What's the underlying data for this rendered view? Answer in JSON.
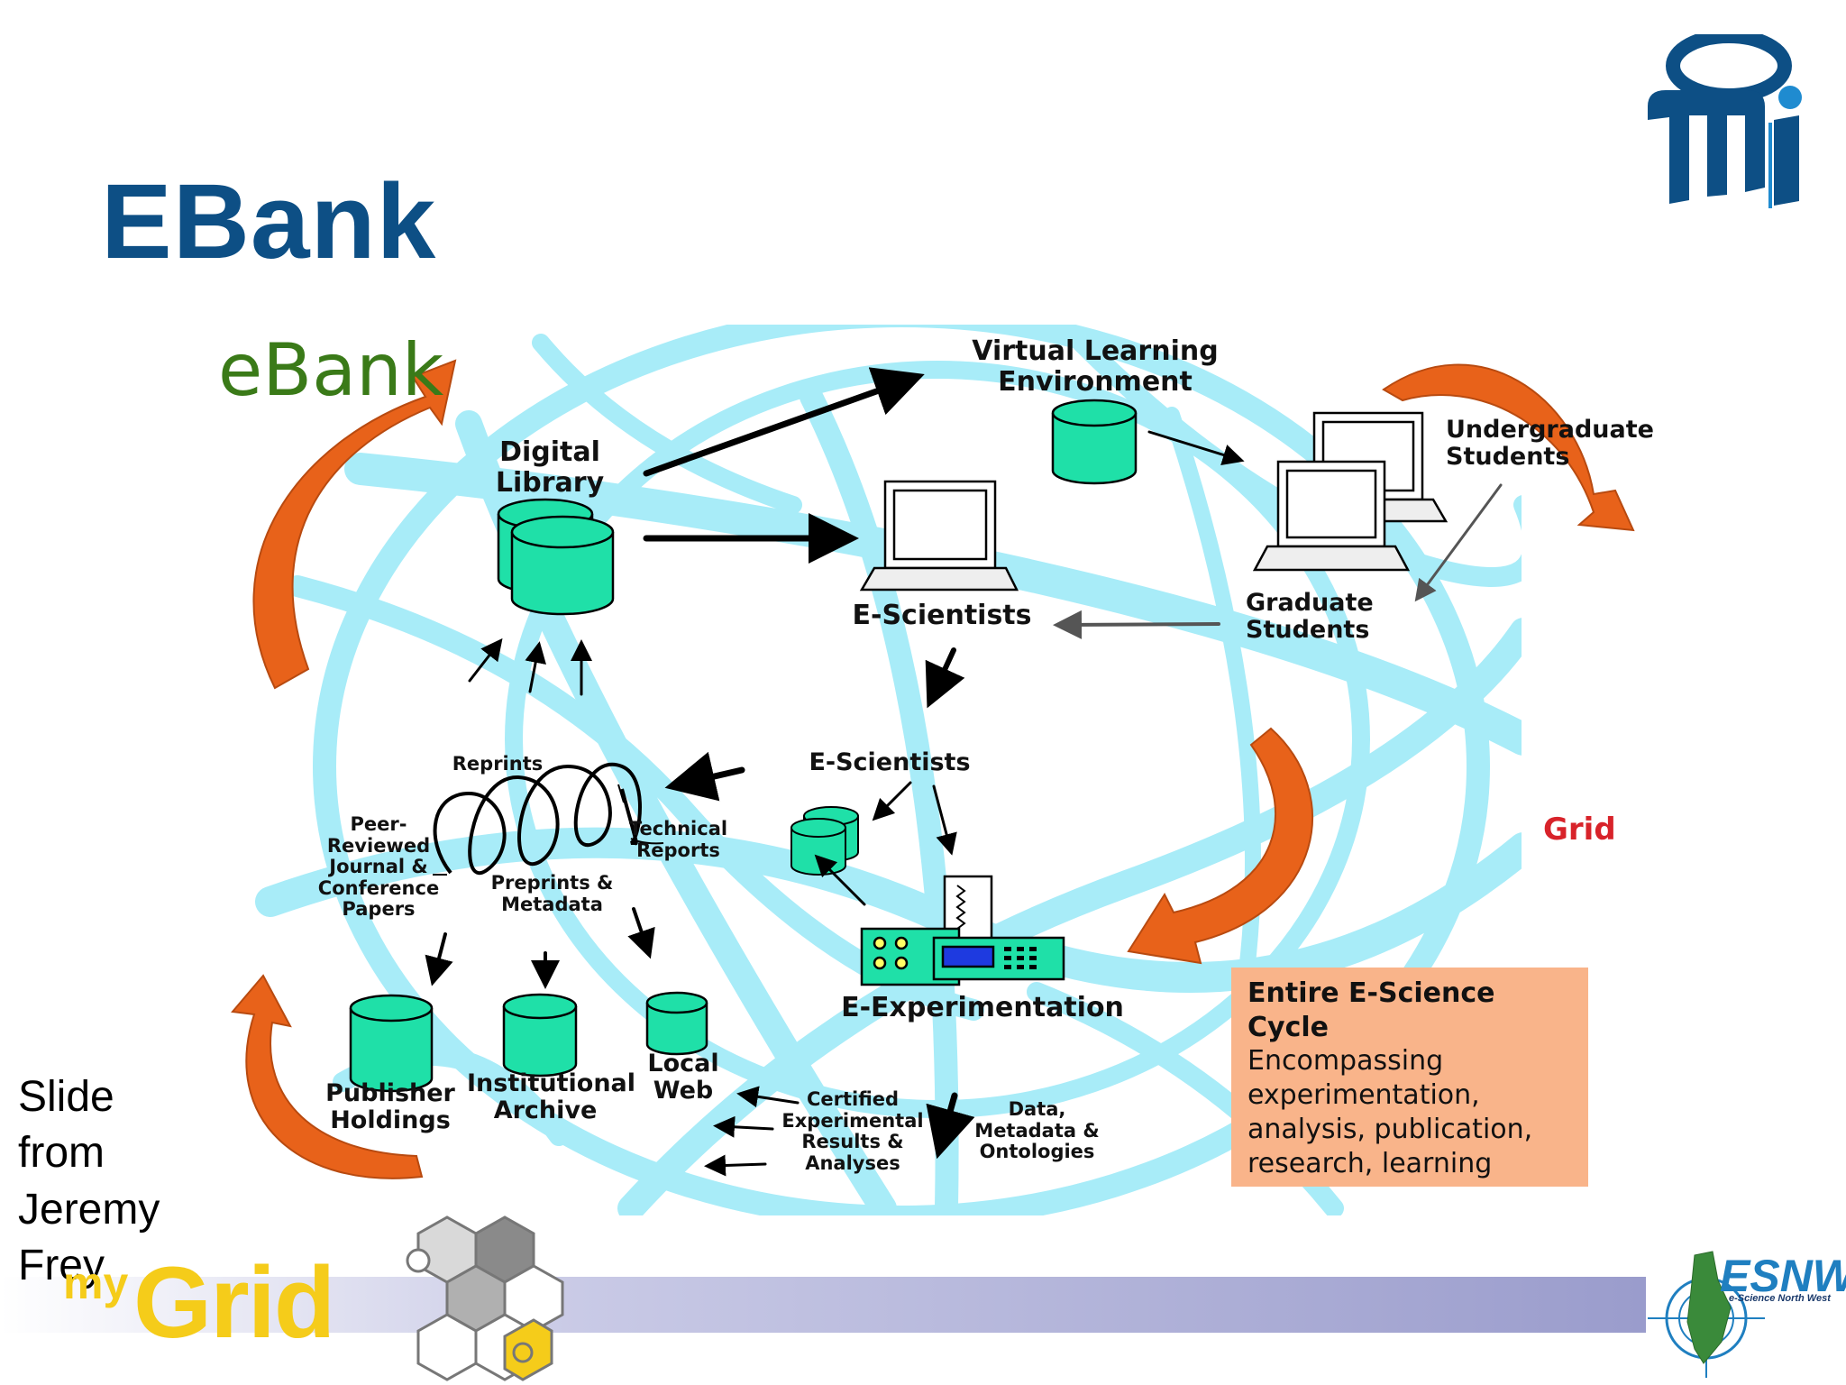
{
  "slide": {
    "title": "EBank",
    "credit": "Slide\nfrom\nJeremy\nFrey"
  },
  "diagram": {
    "logo_text": "eBank",
    "grid_label": "Grid",
    "nodes": {
      "digital_library": "Digital\nLibrary",
      "virtual_learning_environment": "Virtual Learning\nEnvironment",
      "undergraduate_students": "Undergraduate\nStudents",
      "graduate_students": "Graduate\nStudents",
      "e_scientists_top": "E-Scientists",
      "e_scientists_mid": "E-Scientists",
      "e_experimentation": "E-Experimentation",
      "reprints": "Reprints",
      "peer_reviewed": "Peer-\nReviewed\nJournal &\nConference\nPapers",
      "technical_reports": "Technical\nReports",
      "preprints_metadata": "Preprints &\nMetadata",
      "publisher_holdings": "Publisher\nHoldings",
      "institutional_archive": "Institutional\nArchive",
      "local_web": "Local\nWeb",
      "certified_results": "Certified\nExperimental\nResults &\nAnalyses",
      "data_metadata_ontologies": "Data,\nMetadata &\nOntologies"
    },
    "cycle_box": {
      "heading": "Entire E-Science Cycle",
      "body": "Encompassing\nexperimentation,\nanalysis, publication,\nresearch, learning"
    }
  },
  "footer": {
    "mygrid_my": "my",
    "mygrid_word": "Grid",
    "esnw_word": "ESNW",
    "esnw_sub": "e-Science North West"
  },
  "colors": {
    "title": "#0d4f85",
    "grid_network": "#a8ecf8",
    "cylinder": "#1fe0a8",
    "arc_arrow": "#e8621a",
    "cycle_box": "#f9b48a",
    "grid_label": "#d8232a",
    "footer_bar": "#9a9ccc",
    "mygrid_yellow": "#f5cc1a"
  }
}
